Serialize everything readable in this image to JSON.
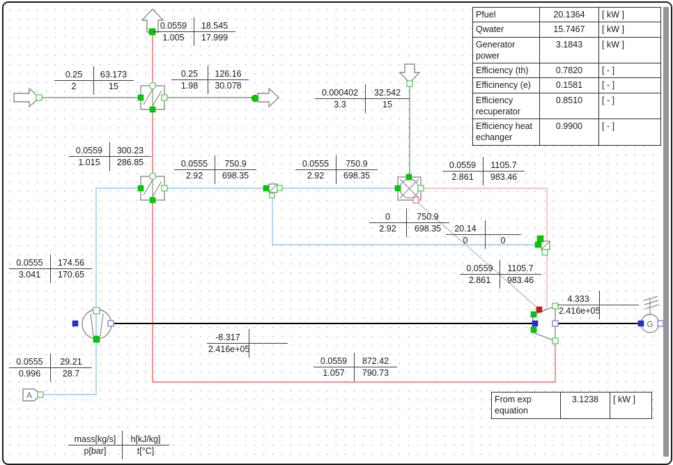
{
  "results_table": {
    "rows": [
      {
        "label": "Pfuel",
        "value": "20.1364",
        "unit": "[ kW ]"
      },
      {
        "label": "Qwater",
        "value": "15.7467",
        "unit": "[ kW ]"
      },
      {
        "label": "Generator power",
        "value": "3.1843",
        "unit": "[ kW ]"
      },
      {
        "label": "Efficiency (th)",
        "value": "0.7820",
        "unit": "[ - ]"
      },
      {
        "label": "Efficinency (e)",
        "value": "0.1581",
        "unit": "[ - ]"
      },
      {
        "label": "Efficiency recuperator",
        "value": "0.8510",
        "unit": "[ - ]"
      },
      {
        "label": "Efficiency heat echanger",
        "value": "0.9900",
        "unit": "[ - ]"
      }
    ]
  },
  "exp_table": {
    "label": "From exp equation",
    "value": "3.1238",
    "unit": "[ kW ]"
  },
  "legend": {
    "tl": "mass[kg/s]",
    "tr": "h[kJ/kg]",
    "bl": "p[bar]",
    "br": "t[°C]"
  },
  "stream_labels": [
    {
      "tl": "0.0559",
      "tr": "18.545",
      "bl": "1.005",
      "br": "17.999"
    },
    {
      "tl": "0.25",
      "tr": "63.173",
      "bl": "2",
      "br": "15"
    },
    {
      "tl": "0.25",
      "tr": "126.16",
      "bl": "1.98",
      "br": "30.078"
    },
    {
      "tl": "0.000402",
      "tr": "32.542",
      "bl": "3.3",
      "br": "15"
    },
    {
      "tl": "0.0559",
      "tr": "300.23",
      "bl": "1.015",
      "br": "286.85"
    },
    {
      "tl": "0.0555",
      "tr": "750.9",
      "bl": "2.92",
      "br": "698.35"
    },
    {
      "tl": "0.0555",
      "tr": "750.9",
      "bl": "2.92",
      "br": "698.35"
    },
    {
      "tl": "0.0559",
      "tr": "1105.7",
      "bl": "2.861",
      "br": "983.46"
    },
    {
      "tl": "0",
      "tr": "750.9",
      "bl": "2.92",
      "br": "698.35"
    },
    {
      "tl": "20.14",
      "tr": "",
      "bl": "0",
      "br": "0"
    },
    {
      "tl": "0.0559",
      "tr": "1105.7",
      "bl": "2.861",
      "br": "983.46"
    },
    {
      "tl": "0.0555",
      "tr": "174.56",
      "bl": "3.041",
      "br": "170.65"
    },
    {
      "tl": "4.333",
      "tr": "",
      "bl": "2.416e+05",
      "br": ""
    },
    {
      "tl": "-8.317",
      "tr": "",
      "bl": "2.416e+05",
      "br": ""
    },
    {
      "tl": "0.0559",
      "tr": "872.42",
      "bl": "1.057",
      "br": "790.73"
    },
    {
      "tl": "0.0555",
      "tr": "29.21",
      "bl": "0.996",
      "br": "28.7"
    }
  ],
  "nodes": {
    "generator_letter": "G",
    "source_letter": "A"
  },
  "colors": {
    "exhaust_line": "#f26a6a",
    "hot_gas_line": "#f5b0b0",
    "air_line": "#9cc6e9",
    "process_gray_line": "#8a8a8a",
    "shaft_line": "#000000",
    "port_green": "#00cb00",
    "port_blue": "#2233cc",
    "port_red": "#dd1111",
    "grid_dot": "#8c8cd7"
  }
}
